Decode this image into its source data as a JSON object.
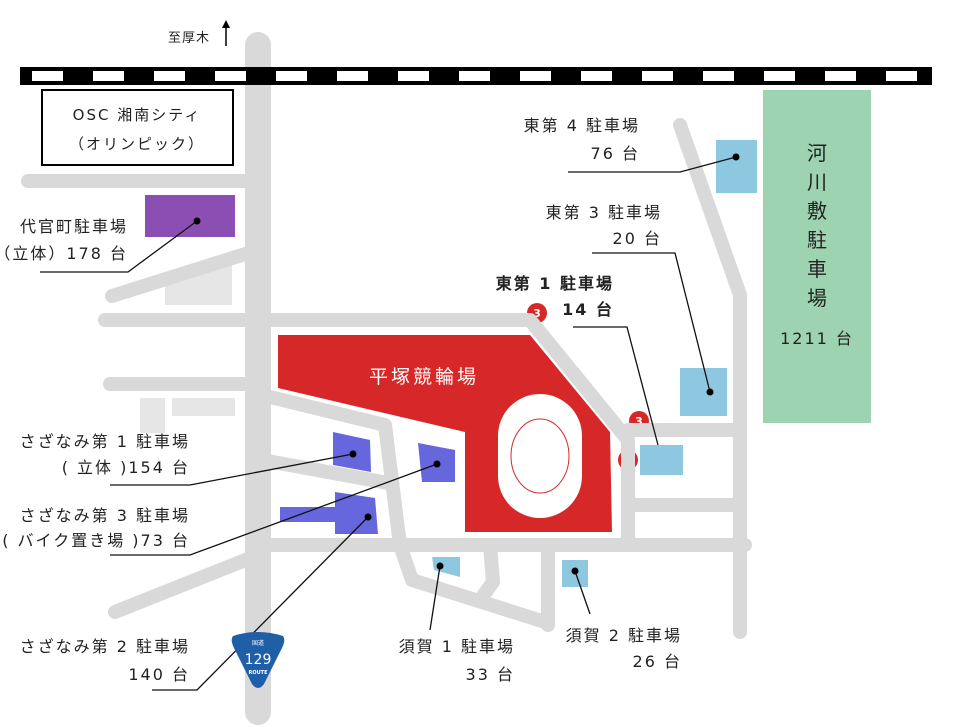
{
  "direction": {
    "label": "至厚木",
    "icon": "arrow-up-icon"
  },
  "landmark": {
    "line1": "OSC 湘南シティ",
    "line2": "（オリンピック）"
  },
  "venue": {
    "name": "平塚競輪場"
  },
  "gate_number": "3",
  "route_sign": {
    "top": "国道",
    "number": "129",
    "bottom": "ROUTE"
  },
  "river_parking": {
    "name_chars": [
      "河",
      "川",
      "敷",
      "駐",
      "車",
      "場"
    ],
    "count": "1211 台"
  },
  "parking": {
    "daikancho": {
      "line1": "代官町駐車場",
      "line2": "（立体）178 台"
    },
    "higashi4": {
      "line1": "東第 4 駐車場",
      "line2": "76 台"
    },
    "higashi3": {
      "line1": "東第 3 駐車場",
      "line2": "20 台"
    },
    "higashi1": {
      "line1": "東第 1 駐車場",
      "line2": "14 台"
    },
    "sazanami1": {
      "line1": "さざなみ第 1 駐車場",
      "line2": "( 立体 )154 台"
    },
    "sazanami3": {
      "line1": "さざなみ第 3 駐車場",
      "line2": "( バイク置き場 )73 台"
    },
    "sazanami2": {
      "line1": "さざなみ第 2 駐車場",
      "line2": "140 台"
    },
    "suka1": {
      "line1": "須賀 1 駐車場",
      "line2": "33 台"
    },
    "suka2": {
      "line1": "須賀 2 駐車場",
      "line2": "26 台"
    }
  },
  "colors": {
    "venue": "#d62828",
    "multistory": "#8b4fb3",
    "sazanami": "#6666dd",
    "lot": "#8ec8e0",
    "river": "#9dd3b0",
    "road": "#d9d9d9",
    "route": "#1f5fa8"
  }
}
